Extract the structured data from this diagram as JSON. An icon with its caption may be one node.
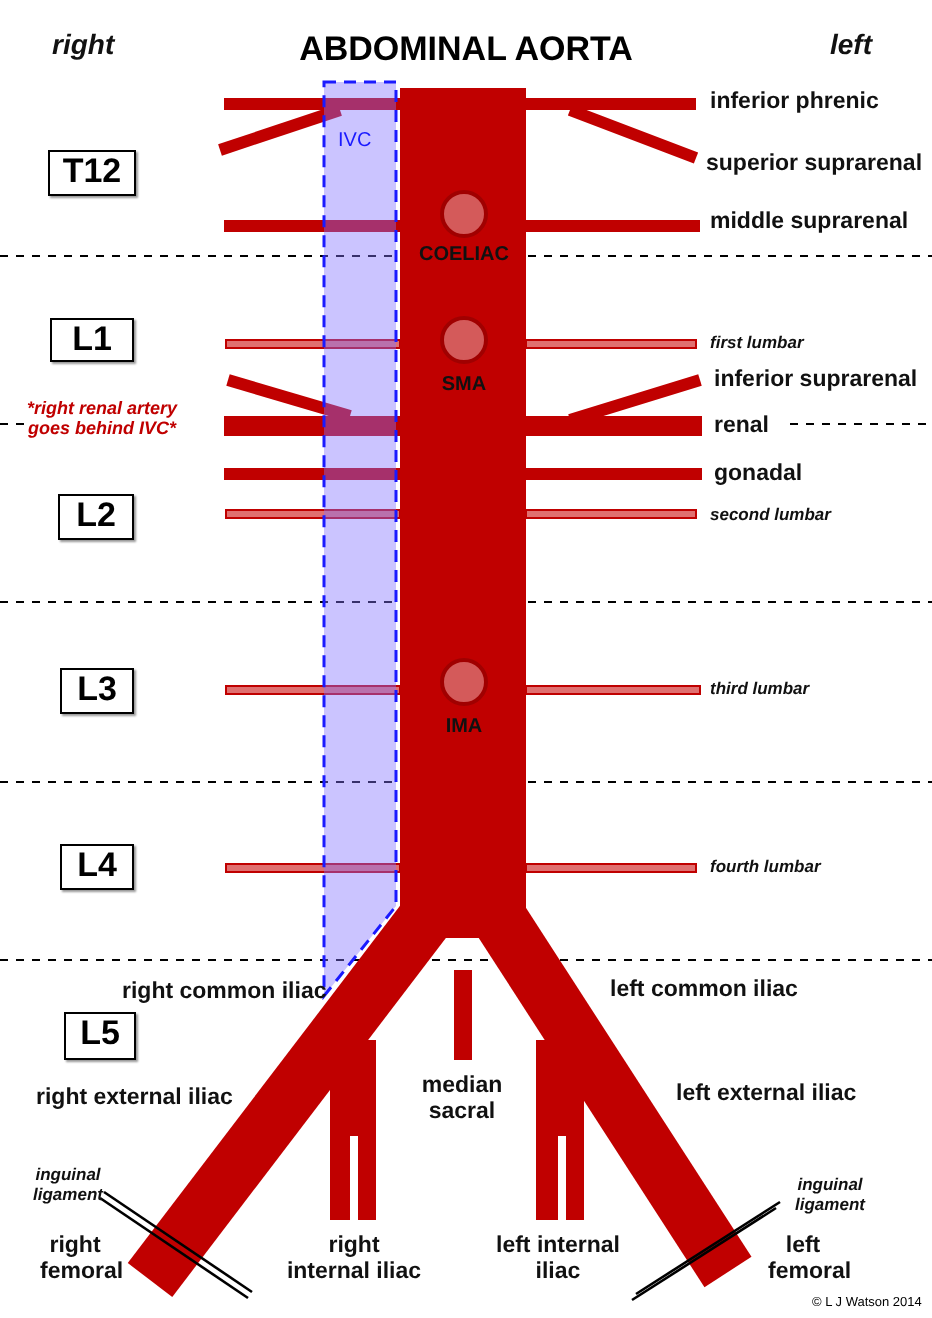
{
  "diagram": {
    "title": "ABDOMINAL AORTA",
    "nodes": [
      {
        "text": [
          "IVC"
        ]
      },
      {
        "text": [
          "T12"
        ]
      },
      {
        "text": [
          "L1"
        ]
      },
      {
        "text": [
          "L2"
        ]
      },
      {
        "text": [
          "L3"
        ]
      },
      {
        "text": [
          "L4"
        ]
      },
      {
        "text": [
          "L5"
        ]
      }
    ],
    "labels": [
      "right",
      "left",
      "inferior phrenic",
      "superior suprarenal",
      "middle suprarenal",
      "COELIAC",
      "first lumbar",
      "SMA",
      "inferior suprarenal",
      "*right renal artery goes behind IVC*",
      "renal",
      "gonadal",
      "second lumbar",
      "third lumbar",
      "IMA",
      "fourth lumbar",
      "right common iliac",
      "left common iliac",
      "right external iliac",
      "median sacral",
      "left external iliac",
      "inguinal ligament",
      "inguinal ligament",
      "right femoral",
      "right internal iliac",
      "left internal iliac",
      "left femoral",
      "© L J Watson 2014"
    ]
  }
}
